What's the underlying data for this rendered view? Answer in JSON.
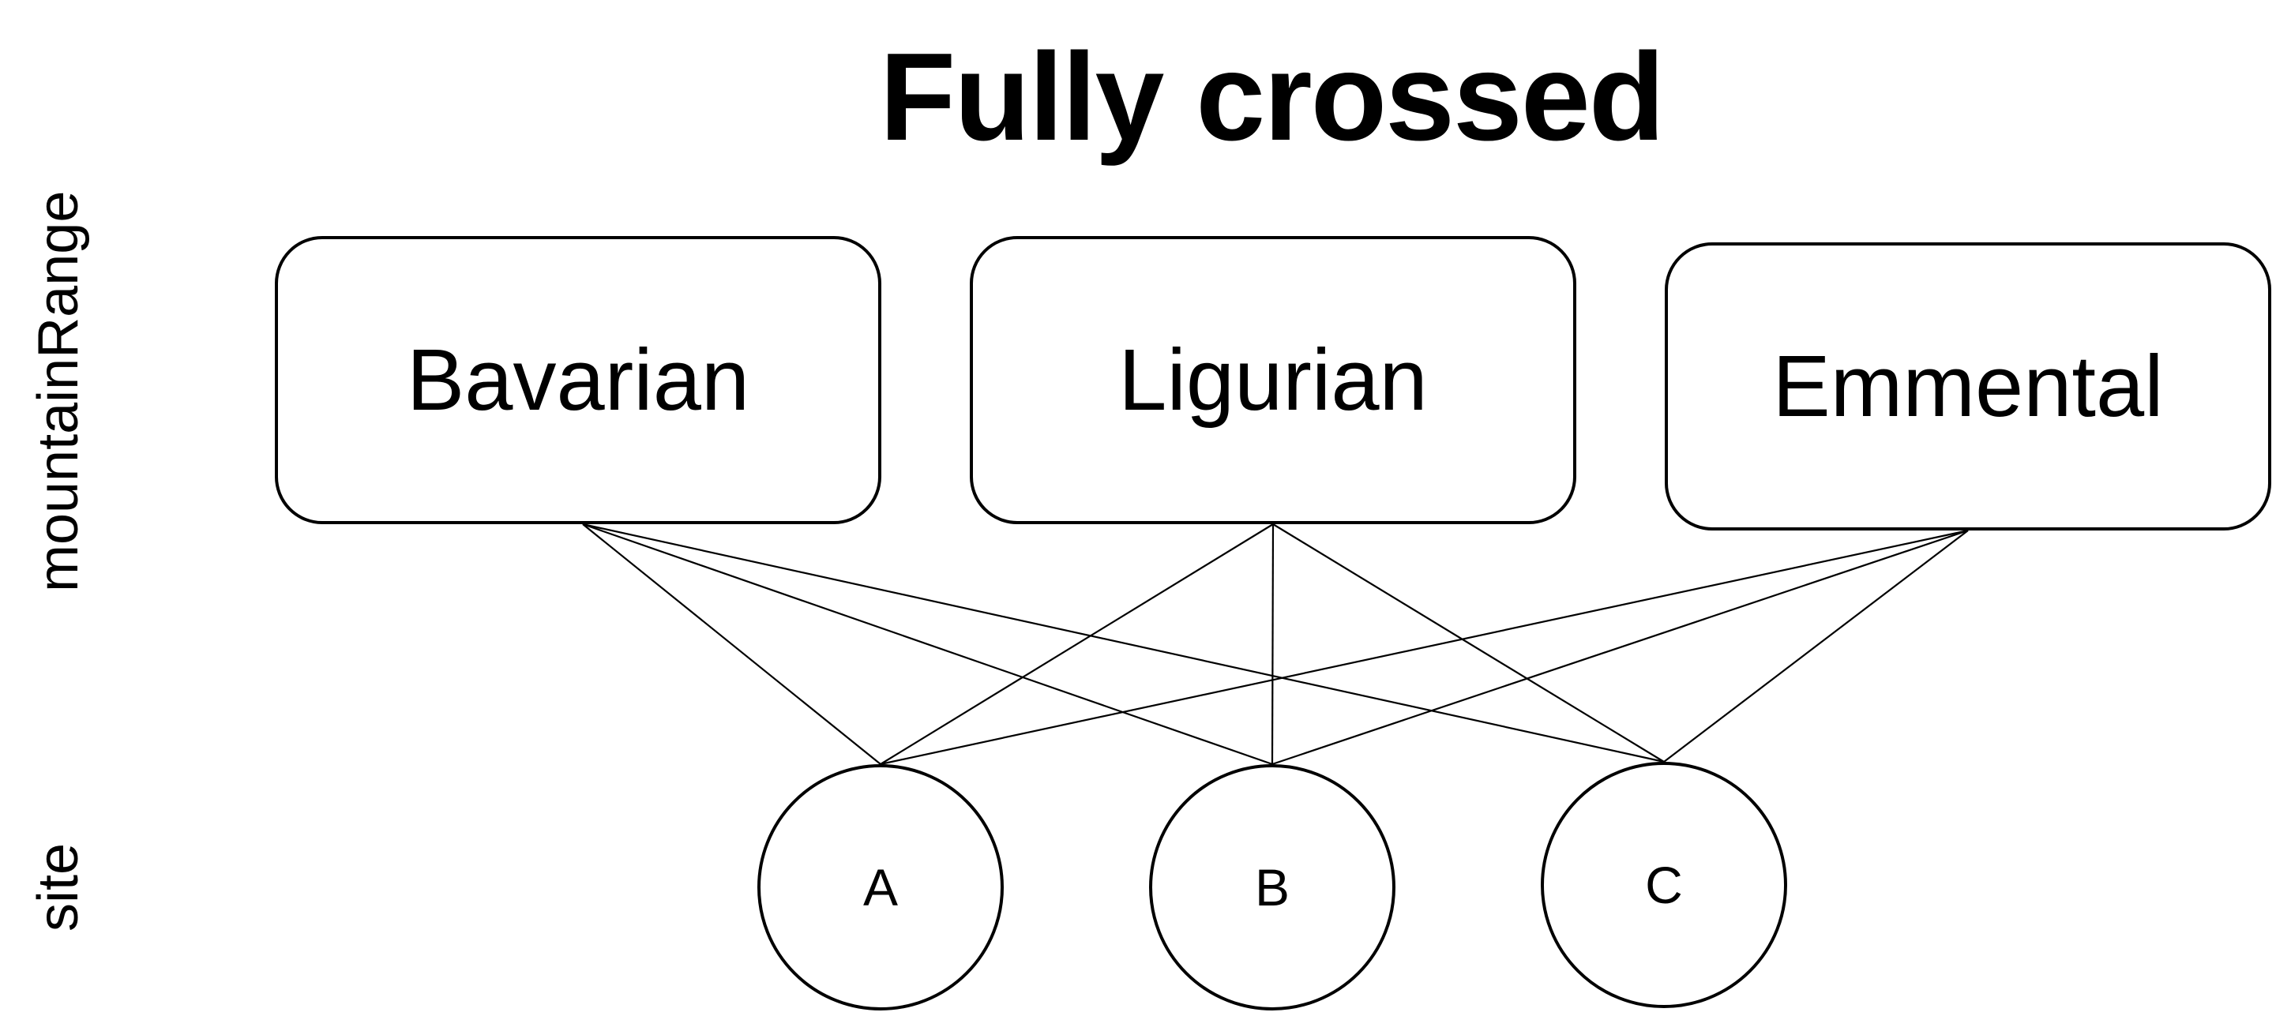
{
  "title": "Fully crossed",
  "row_labels": {
    "upper": "mountainRange",
    "lower": "site"
  },
  "mountain_ranges": [
    {
      "label": "Bavarian"
    },
    {
      "label": "Ligurian"
    },
    {
      "label": "Emmental"
    }
  ],
  "sites": [
    {
      "label": "A"
    },
    {
      "label": "B"
    },
    {
      "label": "C"
    }
  ],
  "connections": "fully-crossed",
  "colors": {
    "background": "#ffffff",
    "stroke": "#000000"
  }
}
